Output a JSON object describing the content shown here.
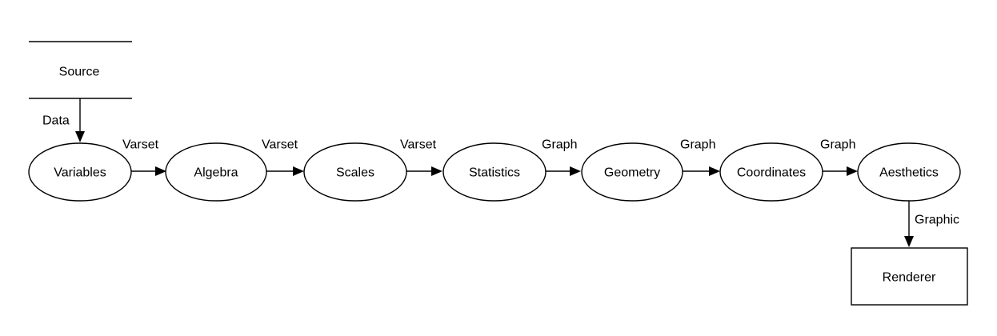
{
  "diagram": {
    "nodes": {
      "source": "Source",
      "variables": "Variables",
      "algebra": "Algebra",
      "scales": "Scales",
      "statistics": "Statistics",
      "geometry": "Geometry",
      "coordinates": "Coordinates",
      "aesthetics": "Aesthetics",
      "renderer": "Renderer"
    },
    "edges": {
      "source_to_variables": "Data",
      "variables_to_algebra": "Varset",
      "algebra_to_scales": "Varset",
      "scales_to_statistics": "Varset",
      "statistics_to_geometry": "Graph",
      "geometry_to_coordinates": "Graph",
      "coordinates_to_aesthetics": "Graph",
      "aesthetics_to_renderer": "Graphic"
    }
  }
}
